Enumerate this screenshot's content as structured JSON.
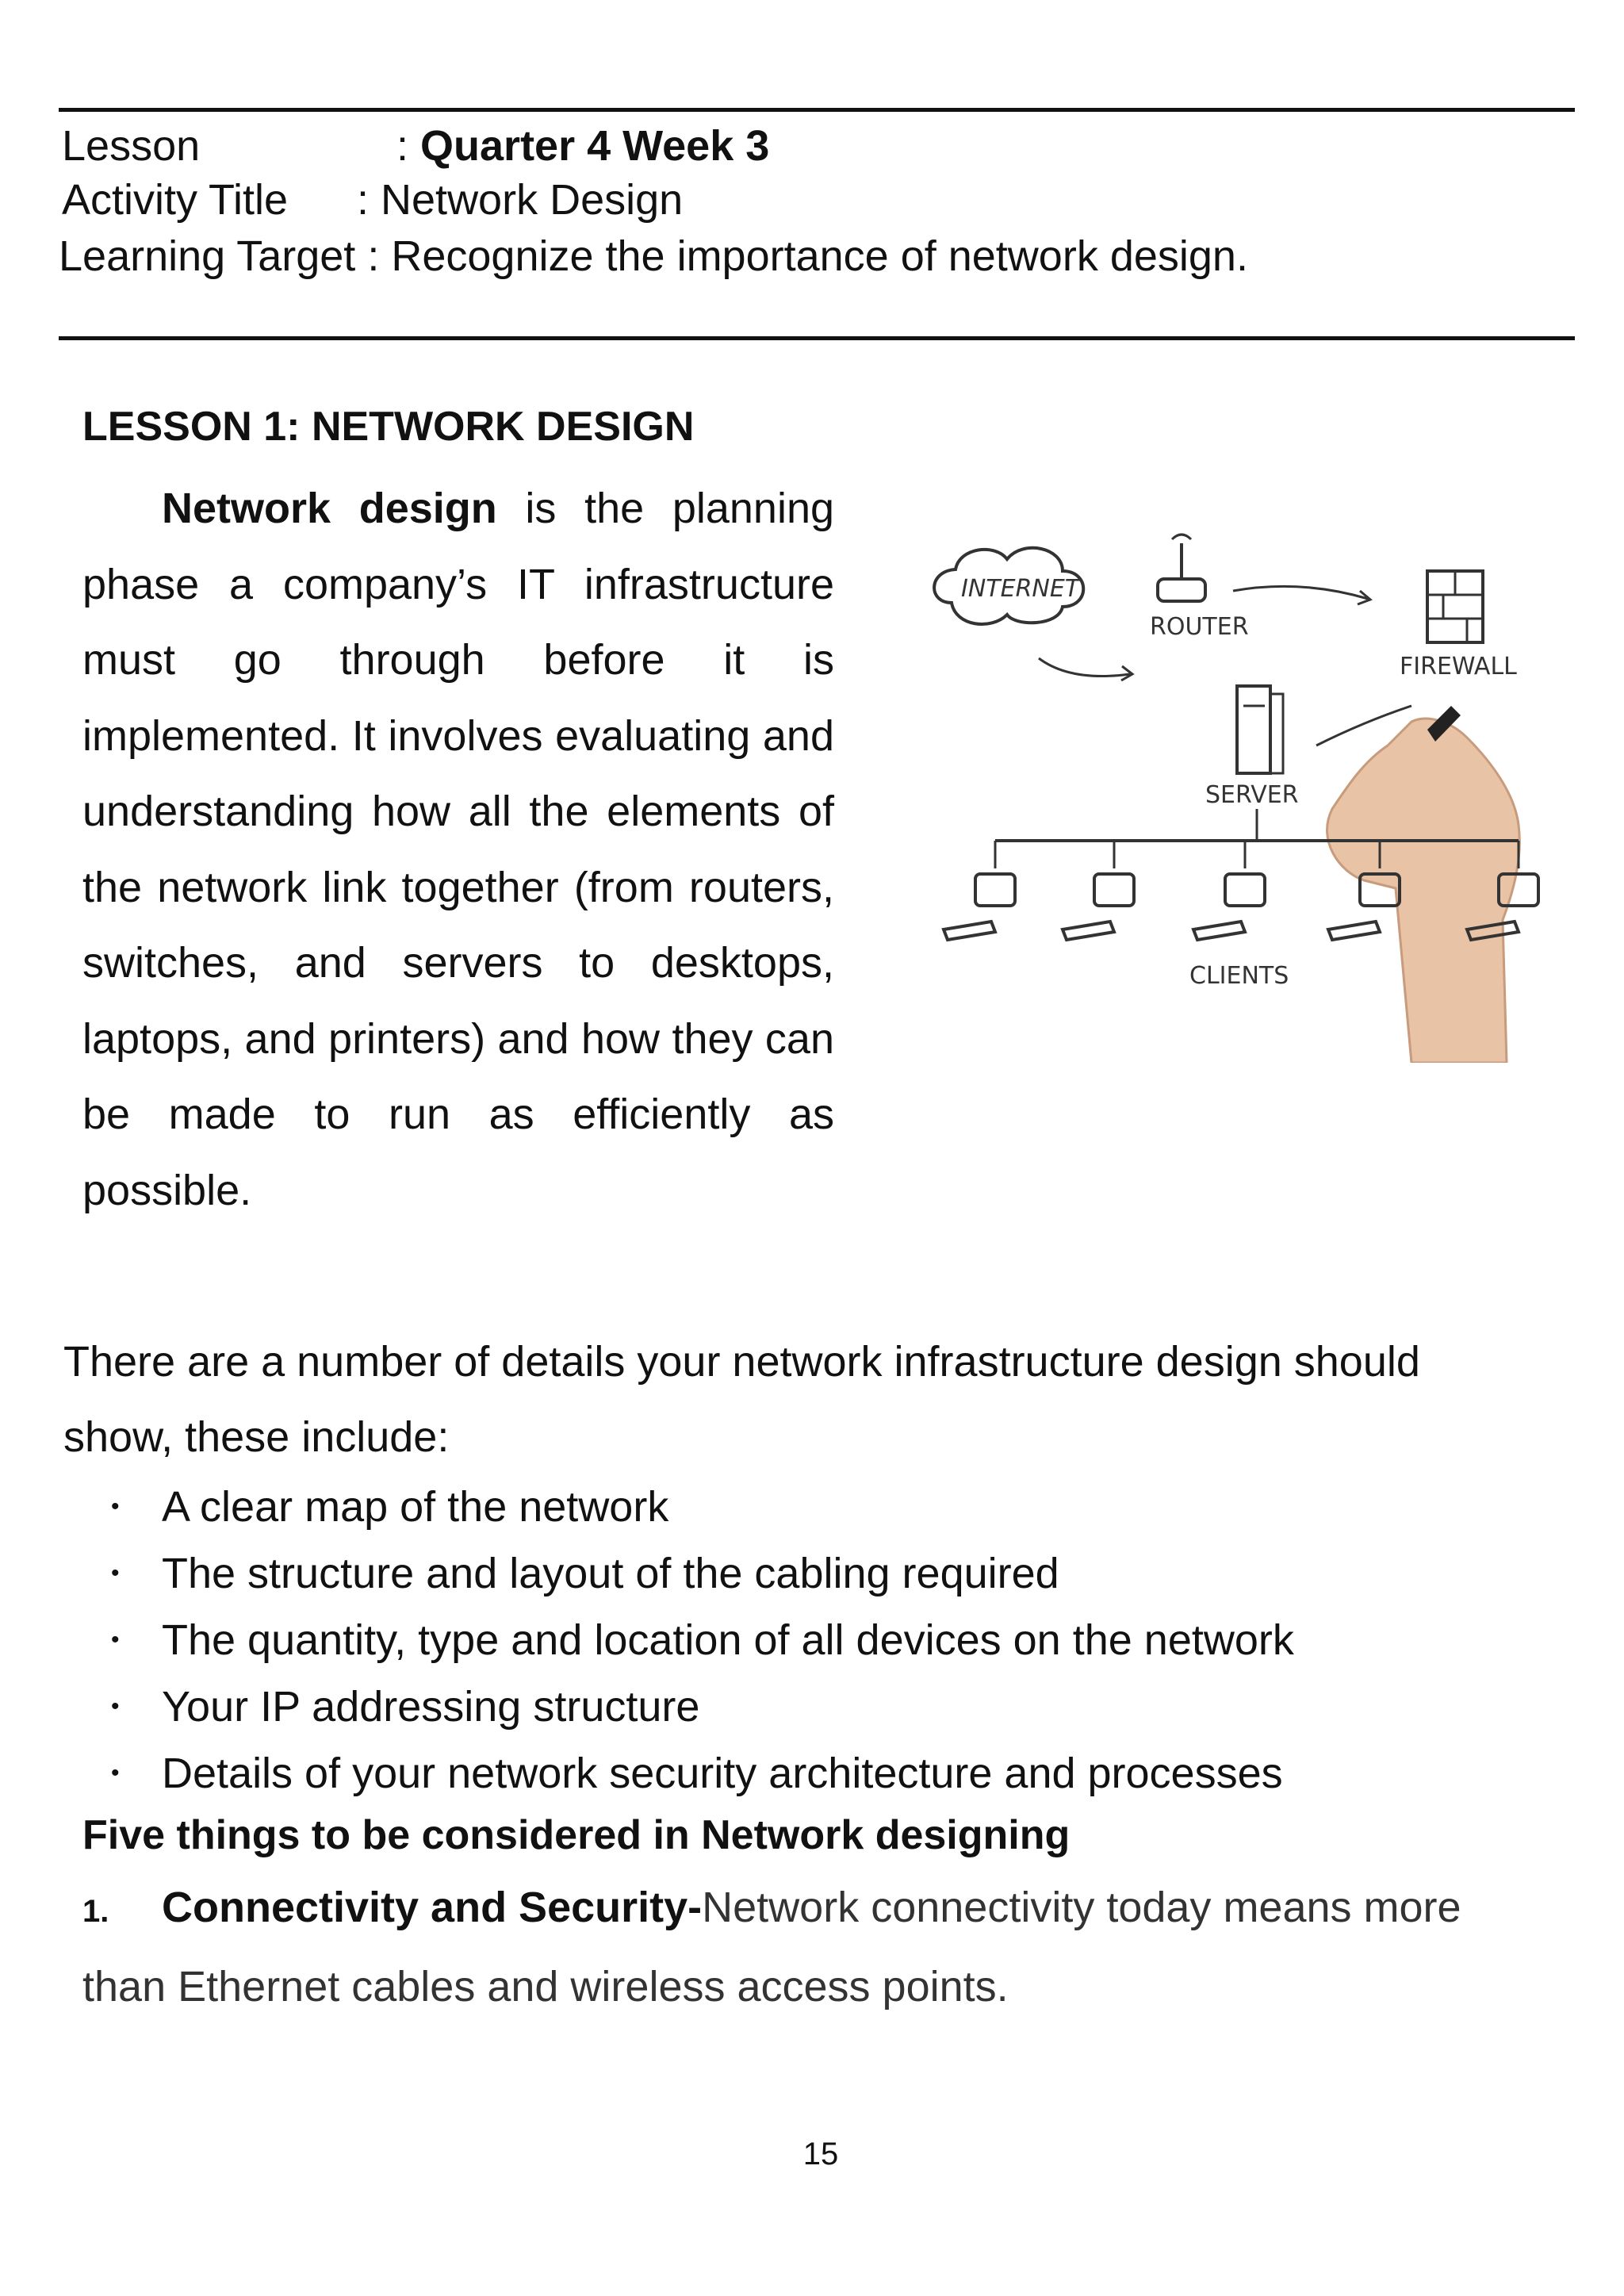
{
  "header": {
    "lesson_label": "Lesson",
    "lesson_sep": ":",
    "lesson_value": "Quarter 4 Week 3",
    "activity_label": "Activity Title",
    "activity_sep": ":",
    "activity_value": "Network Design",
    "target_label": "Learning Target",
    "target_sep": ":",
    "target_value": "Recognize the importance of network design."
  },
  "lesson": {
    "title": "LESSON 1: NETWORK DESIGN",
    "intro_bold": "Network design",
    "intro_text": " is the planning phase a company’s IT infrastructure must go through before it is implemented. It involves evaluating and understanding how all the elements of the network link together (from routers, switches, and servers to desktops, laptops, and printers) and how they can be made to run as efficiently as possible."
  },
  "figure": {
    "internet": "INTERNET",
    "router": "ROUTER",
    "firewall": "FIREWALL",
    "server": "SERVER",
    "clients": "CLIENTS"
  },
  "details": {
    "paragraph": "There are a number of details your network infrastructure design should show, these include:",
    "bullet_char": "•",
    "items": [
      "A clear map of the network",
      "The structure and layout of the cabling required",
      "The quantity, type and location of all devices on the network",
      "Your IP addressing structure",
      "Details of your network security architecture and processes"
    ]
  },
  "considerations": {
    "title": "Five things to be considered in Network designing",
    "points": [
      {
        "number": "1.",
        "title": "Connectivity and Security-",
        "text": "Network connectivity today means more than Ethernet cables and wireless access points."
      }
    ]
  },
  "footer": {
    "page_number": "15"
  }
}
